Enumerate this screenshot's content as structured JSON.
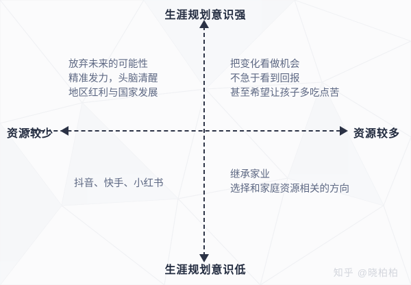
{
  "diagram": {
    "type": "2x2-quadrant-matrix",
    "axes": {
      "vertical": {
        "top_label": "生涯规划意识强",
        "bottom_label": "生涯规划意识低",
        "style": "dashed",
        "arrow_top": "arrow-up-icon",
        "arrow_bottom": "arrow-down-icon"
      },
      "horizontal": {
        "left_label": "资源较少",
        "right_label": "资源较多",
        "style": "dashed",
        "arrow_left": "arrow-left-icon",
        "arrow_right": "arrow-right-icon"
      }
    },
    "quadrants": {
      "top_left": {
        "position": "资源较少 / 生涯规划意识强",
        "lines": [
          "放弃未来的可能性",
          "精准发力，头脑清醒",
          "地区红利与国家发展"
        ]
      },
      "top_right": {
        "position": "资源较多 / 生涯规划意识强",
        "lines": [
          "把变化看做机会",
          "不急于看到回报",
          "甚至希望让孩子多吃点苦"
        ]
      },
      "bottom_left": {
        "position": "资源较少 / 生涯规划意识低",
        "lines": [
          "抖音、快手、小红书"
        ]
      },
      "bottom_right": {
        "position": "资源较多 / 生涯规划意识低",
        "lines": [
          "继承家业",
          "选择和家庭资源相关的方向"
        ]
      }
    }
  },
  "watermark": {
    "platform": "知乎",
    "user": "@晓柏柏"
  },
  "colors": {
    "axis": "#2b3245",
    "heading_text": "#222b3f",
    "body_text": "#5c6782",
    "background": "#fbfbfc",
    "watermark": "#d3d6dd"
  }
}
